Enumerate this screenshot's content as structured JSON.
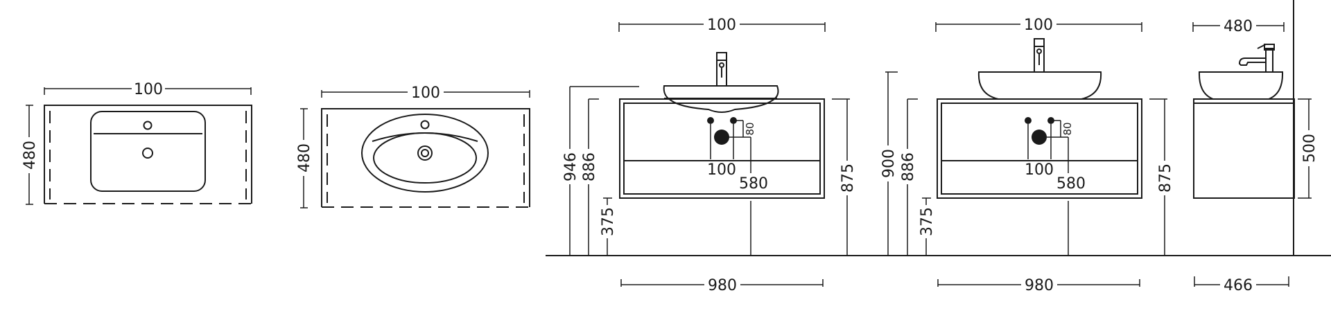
{
  "views": {
    "top_inset": {
      "width": "100",
      "depth": "480"
    },
    "top_oval": {
      "width": "100",
      "depth": "480"
    },
    "front_inset": {
      "width_top": "100",
      "total_height": "946",
      "cabinet_top": "886",
      "shelf_height": "375",
      "right_height": "875",
      "pipe_spacing": "100",
      "pipe_offset": "80",
      "drain_height": "580",
      "width_bottom": "980"
    },
    "front_vessel": {
      "width_top": "100",
      "total_height": "900",
      "cabinet_top": "886",
      "shelf_height": "375",
      "right_height": "875",
      "pipe_spacing": "100",
      "pipe_offset": "80",
      "drain_height": "580",
      "width_bottom": "980"
    },
    "side_vessel": {
      "depth_top": "480",
      "height": "500",
      "depth_bottom": "466"
    }
  }
}
